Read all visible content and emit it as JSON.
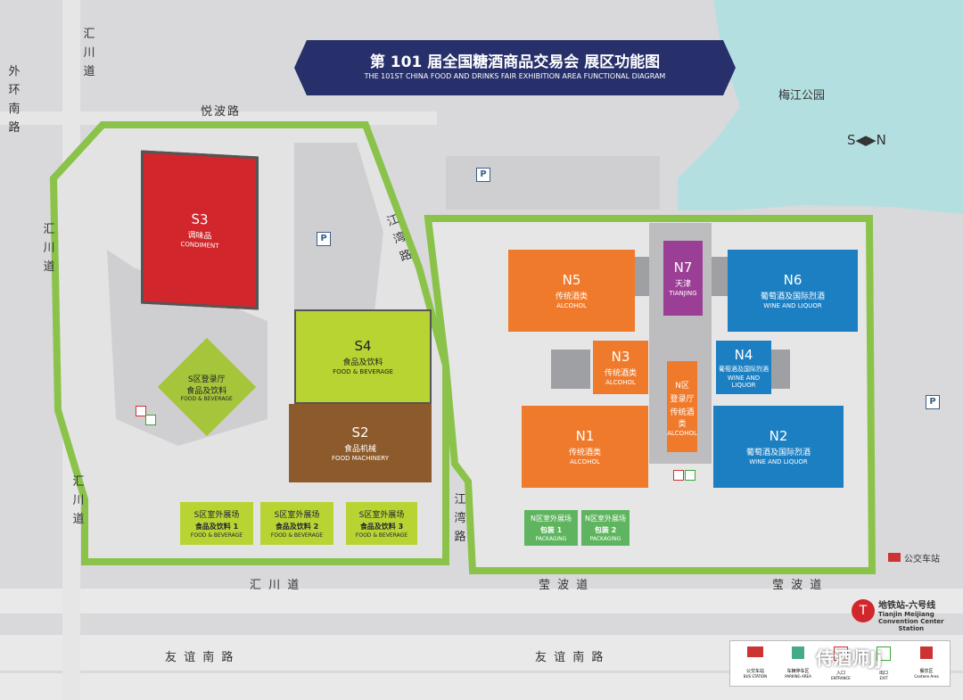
{
  "title": {
    "zh": "第 101 届全国糖酒商品交易会  展区功能图",
    "en": "THE 101ST CHINA FOOD AND DRINKS FAIR  EXHIBITION AREA FUNCTIONAL DIAGRAM"
  },
  "roads": {
    "huichuan_top": "汇川道",
    "waihuan": "外环南路",
    "yuebo": "悦波路",
    "jiangwan_top": "江湾路",
    "huichuan_left": "汇川道",
    "huichuan_left2": "汇川道",
    "jiangwan_mid": "江湾路",
    "huichuan_bottom": "汇 川 道",
    "yingbo_left": "莹 波 道",
    "yingbo_right": "莹 波 道",
    "youyi_left": "友 谊 南 路",
    "youyi_right": "友 谊 南 路"
  },
  "park": "梅江公园",
  "compass": "S◀▶N",
  "halls": {
    "s3": {
      "code": "S3",
      "zh": "调味品",
      "en": "CONDIMENT"
    },
    "s4": {
      "code": "S4",
      "zh": "食品及饮料",
      "en": "FOOD & BEVERAGE"
    },
    "s2": {
      "code": "S2",
      "zh": "食品机械",
      "en": "FOOD MACHINERY"
    },
    "s_lobby": {
      "zh1": "S区登录厅",
      "zh2": "食品及饮料",
      "en": "FOOD & BEVERAGE"
    },
    "n5": {
      "code": "N5",
      "zh": "传统酒类",
      "en": "ALCOHOL"
    },
    "n7": {
      "code": "N7",
      "zh": "天津",
      "en": "TIANJING"
    },
    "n6": {
      "code": "N6",
      "zh": "葡萄酒及国际烈酒",
      "en": "WINE AND LIQUOR"
    },
    "n3": {
      "code": "N3",
      "zh": "传统酒类",
      "en": "ALCOHOL"
    },
    "n4": {
      "code": "N4",
      "zh": "葡萄酒及国际烈酒",
      "en": "WINE AND LIQUOR"
    },
    "n_lobby": {
      "zh1": "N区",
      "zh2": "登录厅",
      "zh3": "传统酒类",
      "en": "ALCOHOL"
    },
    "n1": {
      "code": "N1",
      "zh": "传统酒类",
      "en": "ALCOHOL"
    },
    "n2": {
      "code": "N2",
      "zh": "葡萄酒及国际烈酒",
      "en": "WINE AND LIQUOR"
    }
  },
  "outdoor": [
    {
      "t1": "S区室外展场",
      "t2": "食品及饮料 1",
      "t3": "FOOD & BEVERAGE"
    },
    {
      "t1": "S区室外展场",
      "t2": "食品及饮料 2",
      "t3": "FOOD & BEVERAGE"
    },
    {
      "t1": "S区室外展场",
      "t2": "食品及饮料 3",
      "t3": "FOOD & BEVERAGE"
    }
  ],
  "n_outdoor": [
    {
      "t1": "N区室外展场",
      "t2": "包装 1",
      "t3": "PACKAGING"
    },
    {
      "t1": "N区室外展场",
      "t2": "包装 2",
      "t3": "PACKAGING"
    }
  ],
  "parking_label": "P",
  "bus_station": "公交车站",
  "metro": {
    "zh": "地铁站-六号线",
    "en1": "Tianjin Meijiang",
    "en2": "Convention Center",
    "en3": "Station"
  },
  "legend": [
    {
      "zh": "公交车站",
      "en": "BUS STATION"
    },
    {
      "zh": "车辆停车区",
      "en": "PARKING AREA"
    },
    {
      "zh": "入口",
      "en": "ENTRANCE"
    },
    {
      "zh": "出口",
      "en": "EXIT"
    },
    {
      "zh": "餐饮区",
      "en": "Canteen Area"
    }
  ],
  "watermark": "侍酒师Jj",
  "colors": {
    "water": "#b4dfe0",
    "navy": "#27306b",
    "green": "#8bc34a",
    "red": "#d1262b",
    "orange": "#f07a2c",
    "blue": "#1b7fc2",
    "purple": "#9b3f96",
    "brown": "#8c5a2b",
    "lime": "#b7d433"
  }
}
